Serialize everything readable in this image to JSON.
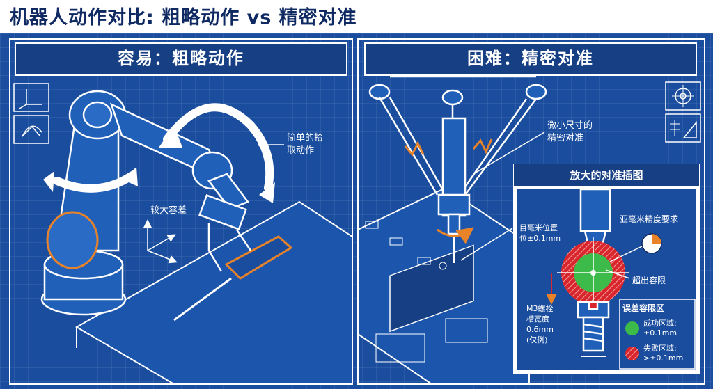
{
  "title": "机器人动作对比: 粗略动作 vs 精密对准",
  "left_panel": {
    "heading": "容易：粗略动作",
    "label_simple_pick": [
      "简单的拾",
      "取动作"
    ],
    "label_tolerance": "较大容差"
  },
  "right_panel": {
    "heading": "困难：精密对准",
    "label_tiny": [
      "微小尺寸的",
      "精密对准"
    ],
    "inset": {
      "title": "放大的对准插图",
      "submm": "亚毫米精度要求",
      "target": [
        "目毫米位置",
        "位±0.1mm"
      ],
      "exceed": "超出容限",
      "slot": [
        "M3螺栓",
        "槽宽度",
        "0.6mm",
        "(仅例)"
      ],
      "legend_title": "误差容限区",
      "success": [
        "成功区域:",
        "±0.1mm"
      ],
      "fail": [
        "失败区域:",
        ">±0.1mm"
      ]
    }
  },
  "colors": {
    "blueprint": "#1a4d9e",
    "line": "#ffffff",
    "accent": "#e8832a",
    "success": "#3dbb4a",
    "fail": "#d9262c",
    "title": "#0f2a63"
  },
  "icons": [
    "axes-icon",
    "rotation-icon",
    "crosshair-icon",
    "ruler-icon"
  ]
}
